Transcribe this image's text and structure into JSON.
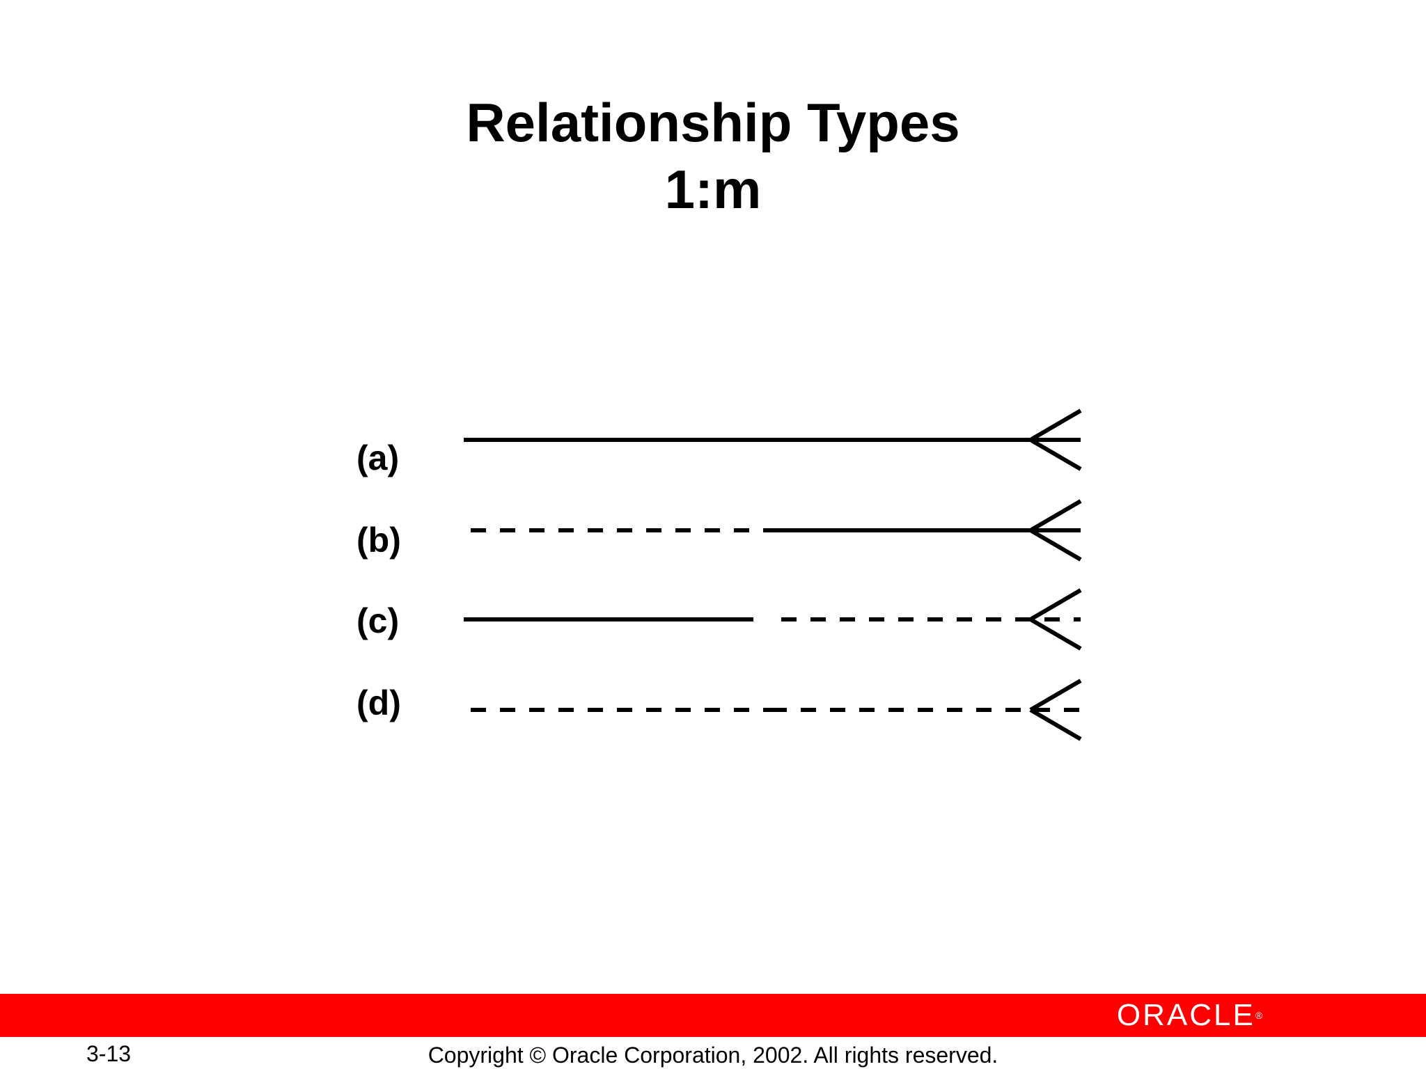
{
  "slide": {
    "title_line1": "Relationship Types",
    "title_line2": "1:m"
  },
  "rows": [
    {
      "label": "(a)",
      "left_segment": "solid",
      "right_segment": "solid"
    },
    {
      "label": "(b)",
      "left_segment": "dashed",
      "right_segment": "solid"
    },
    {
      "label": "(c)",
      "left_segment": "solid",
      "right_segment": "dashed"
    },
    {
      "label": "(d)",
      "left_segment": "dashed",
      "right_segment": "dashed"
    }
  ],
  "footer": {
    "bar_color": "#ff0000",
    "logo_text": "ORACLE",
    "logo_mark": "®",
    "page_number": "3-13",
    "copyright": "Copyright © Oracle Corporation, 2002. All rights reserved."
  }
}
